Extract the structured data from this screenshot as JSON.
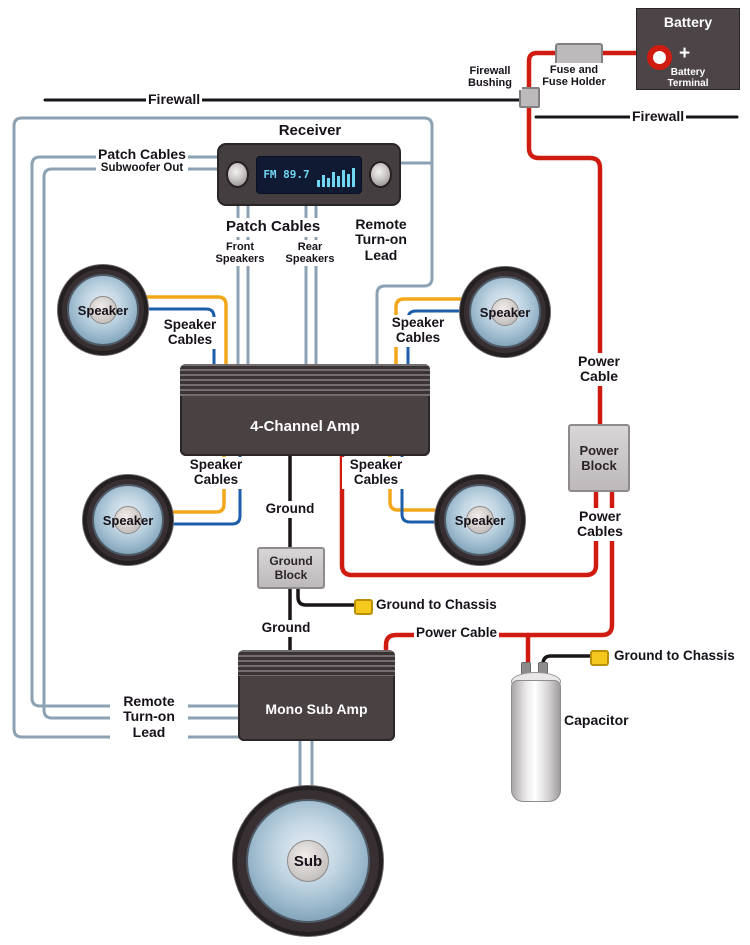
{
  "colors": {
    "wire_power": "#cf1b10",
    "wire_ground": "#1a1518",
    "wire_speaker_yellow": "#f3a71b",
    "wire_speaker_blue": "#1c5ea9",
    "wire_patch": "#8ca1b1",
    "component_dark": "#4a4143",
    "block_gray": "#c9c5c6",
    "connector_yellow": "#f5c81e",
    "display_bg": "#101b33",
    "display_text": "#70d6f2"
  },
  "battery": {
    "label": "Battery",
    "terminal_label": "Battery Terminal",
    "plus": "+"
  },
  "fuse": {
    "label": "Fuse and Fuse Holder"
  },
  "firewall": {
    "label_left": "Firewall",
    "label_right": "Firewall",
    "bushing_label": "Firewall Bushing"
  },
  "receiver": {
    "label": "Receiver",
    "display_text": "FM 89.7"
  },
  "patch": {
    "subwoofer_title": "Patch Cables",
    "subwoofer_subtitle": "Subwoofer Out",
    "main_title": "Patch Cables",
    "front_label": "Front Speakers",
    "rear_label": "Rear Speakers"
  },
  "remote": {
    "top_label": "Remote Turn-on Lead",
    "bottom_label": "Remote Turn-on Lead"
  },
  "speakers": {
    "name": "Speaker",
    "cables_label": "Speaker Cables"
  },
  "amps": {
    "four_channel": "4-Channel Amp",
    "mono_sub": "Mono Sub Amp"
  },
  "power": {
    "cable_label": "Power Cable",
    "block_label": "Power Block",
    "cables_label": "Power Cables",
    "sub_cable_label": "Power Cable"
  },
  "ground": {
    "label_top": "Ground",
    "block_label": "Ground Block",
    "chassis_top": "Ground to Chassis",
    "label_bottom": "Ground",
    "chassis_right": "Ground to Chassis"
  },
  "capacitor": {
    "label": "Capacitor"
  },
  "sub": {
    "label": "Sub"
  }
}
